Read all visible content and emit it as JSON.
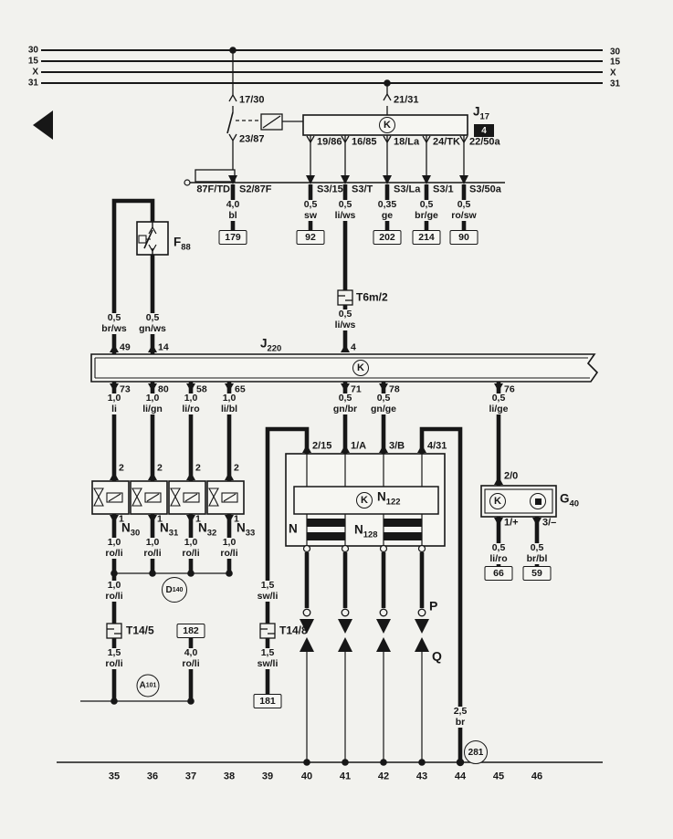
{
  "colors": {
    "paper": "#f2f2ee",
    "ink": "#171717"
  },
  "bus": {
    "left": [
      "30",
      "15",
      "X",
      "31"
    ],
    "right": [
      "30",
      "15",
      "X",
      "31"
    ]
  },
  "relay": {
    "name": "J",
    "name_sub": "17",
    "badge": "4",
    "k": "K",
    "t_17_30": "17/30",
    "t_21_31": "21/31",
    "t_23_87": "23/87",
    "t_19_86": "19/86",
    "t_16_85": "16/85",
    "t_18_la": "18/La",
    "t_24_tk": "24/TK",
    "t_22_50a": "22/50a"
  },
  "strip": {
    "l87f_td": "87F/TD",
    "s2_87f": "S2/87F",
    "s3_15": "S3/15",
    "s3_t": "S3/T",
    "s3_la": "S3/La",
    "s3_1": "S3/1",
    "s3_50a": "S3/50a"
  },
  "row1": [
    {
      "size": "4,0",
      "color": "bl"
    },
    {
      "size": "0,5",
      "color": "sw"
    },
    {
      "size": "0,5",
      "color": "li/ws"
    },
    {
      "size": "0,35",
      "color": "ge"
    },
    {
      "size": "0,5",
      "color": "br/ge"
    },
    {
      "size": "0,5",
      "color": "ro/sw"
    }
  ],
  "boxes": {
    "b179": "179",
    "b92": "92",
    "b202": "202",
    "b214": "214",
    "b90": "90",
    "b182": "182",
    "b181": "181",
    "b66": "66",
    "b59": "59"
  },
  "f88": {
    "name": "F",
    "sub": "88"
  },
  "t6m2": {
    "label": "T6m/2"
  },
  "t14_5": {
    "label": "T14/5"
  },
  "t14_8": {
    "label": "T14/8"
  },
  "wire_li_ws": {
    "size": "0,5",
    "color": "li/ws"
  },
  "wire_br_ws": {
    "size": "0,5",
    "color": "br/ws"
  },
  "wire_gn_ws": {
    "size": "0,5",
    "color": "gn/ws"
  },
  "j220": {
    "name": "J",
    "sub": "220",
    "k": "K",
    "p49": "49",
    "p14": "14",
    "p4": "4",
    "p73": "73",
    "p80": "80",
    "p58": "58",
    "p65": "65",
    "p71": "71",
    "p78": "78",
    "p76": "76"
  },
  "row2": [
    {
      "size": "1,0",
      "color": "li"
    },
    {
      "size": "1,0",
      "color": "li/gn"
    },
    {
      "size": "1,0",
      "color": "li/ro"
    },
    {
      "size": "1,0",
      "color": "li/bl"
    },
    {
      "size": "0,5",
      "color": "gn/br"
    },
    {
      "size": "0,5",
      "color": "gn/ge"
    },
    {
      "size": "0,5",
      "color": "li/ge"
    }
  ],
  "injectors": [
    {
      "name": "N",
      "sub": "30",
      "pin_top": "2",
      "pin_bottom": "1",
      "wire": {
        "size": "1,0",
        "color": "ro/li"
      }
    },
    {
      "name": "N",
      "sub": "31",
      "pin_top": "2",
      "pin_bottom": "1",
      "wire": {
        "size": "1,0",
        "color": "ro/li"
      }
    },
    {
      "name": "N",
      "sub": "32",
      "pin_top": "2",
      "pin_bottom": "1",
      "wire": {
        "size": "1,0",
        "color": "ro/li"
      }
    },
    {
      "name": "N",
      "sub": "33",
      "pin_top": "2",
      "pin_bottom": "1",
      "wire": {
        "size": "1,0",
        "color": "ro/li"
      }
    }
  ],
  "d140": {
    "name": "D",
    "sub": "140"
  },
  "a101": {
    "name": "A",
    "sub": "101"
  },
  "wire_ro_li_10": {
    "size": "1,0",
    "color": "ro/li"
  },
  "wire_ro_li_15": {
    "size": "1,5",
    "color": "ro/li"
  },
  "wire_ro_li_40": {
    "size": "4,0",
    "color": "ro/li"
  },
  "wire_sw_li_a": {
    "size": "1,5",
    "color": "sw/li"
  },
  "wire_sw_li_b": {
    "size": "1,5",
    "color": "sw/li"
  },
  "coil": {
    "p2_15": "2/15",
    "p1_a": "1/A",
    "p3_b": "3/B",
    "p4_31": "4/31",
    "n122": {
      "name": "N",
      "sub": "122"
    },
    "n128": {
      "name": "N",
      "sub": "128"
    },
    "n": "N",
    "k": "K",
    "p": "P",
    "q": "Q"
  },
  "g40": {
    "name": "G",
    "sub": "40",
    "k": "K",
    "p20": "2/0",
    "p1p": "1/+",
    "p3m": "3/–",
    "wire_li_ro": {
      "size": "0,5",
      "color": "li/ro"
    },
    "wire_br_bl": {
      "size": "0,5",
      "color": "br/bl"
    }
  },
  "wire_br_25": {
    "size": "2,5",
    "color": "br"
  },
  "g281": "281",
  "tracks": [
    "35",
    "36",
    "37",
    "38",
    "39",
    "40",
    "41",
    "42",
    "43",
    "44",
    "45",
    "46"
  ]
}
